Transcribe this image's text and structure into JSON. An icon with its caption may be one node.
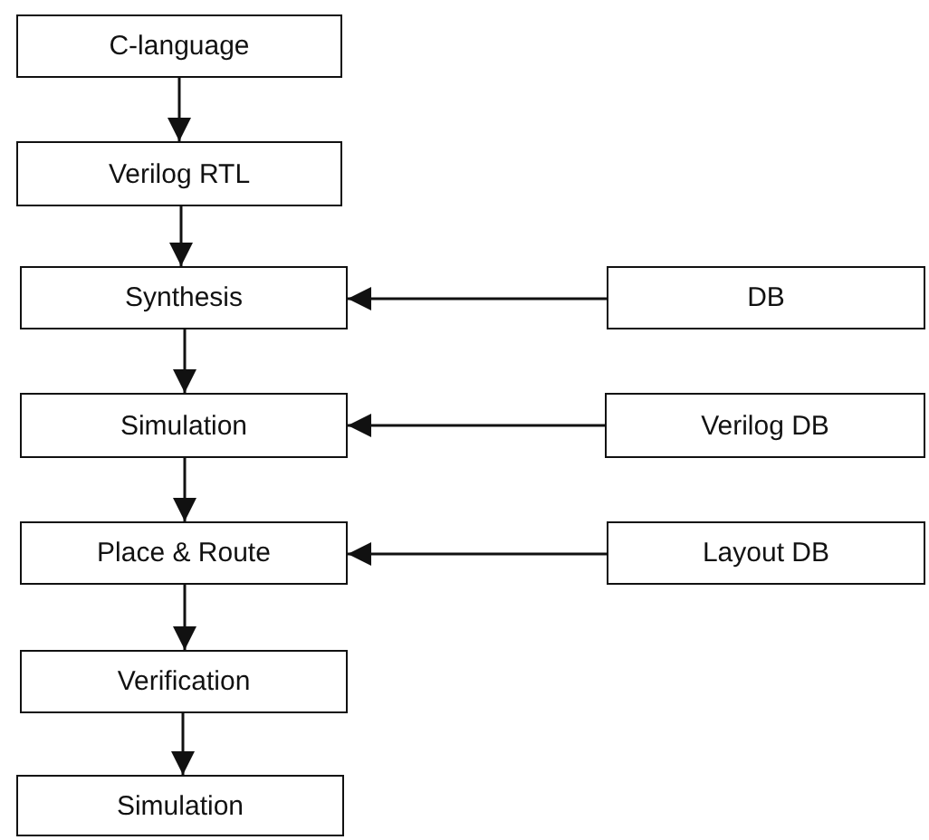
{
  "diagram": {
    "nodes": [
      {
        "text": [
          "C-language"
        ]
      },
      {
        "text": [
          "Verilog RTL"
        ]
      },
      {
        "text": [
          "Synthesis"
        ]
      },
      {
        "text": [
          "Simulation"
        ]
      },
      {
        "text": [
          "Place & Route"
        ]
      },
      {
        "text": [
          "Verification"
        ]
      },
      {
        "text": [
          "Simulation"
        ]
      },
      {
        "text": [
          "DB"
        ]
      },
      {
        "text": [
          "Verilog DB"
        ]
      },
      {
        "text": [
          "Layout DB"
        ]
      }
    ],
    "edges": [
      {
        "from": 0,
        "to": 1,
        "arrow": "to"
      },
      {
        "from": 1,
        "to": 2,
        "arrow": "to"
      },
      {
        "from": 2,
        "to": 3,
        "arrow": "to"
      },
      {
        "from": 3,
        "to": 4,
        "arrow": "to"
      },
      {
        "from": 4,
        "to": 5,
        "arrow": "to"
      },
      {
        "from": 5,
        "to": 6,
        "arrow": "to"
      },
      {
        "from": 7,
        "to": 2,
        "arrow": "to"
      },
      {
        "from": 8,
        "to": 3,
        "arrow": "to"
      },
      {
        "from": 9,
        "to": 4,
        "arrow": "to"
      }
    ]
  }
}
